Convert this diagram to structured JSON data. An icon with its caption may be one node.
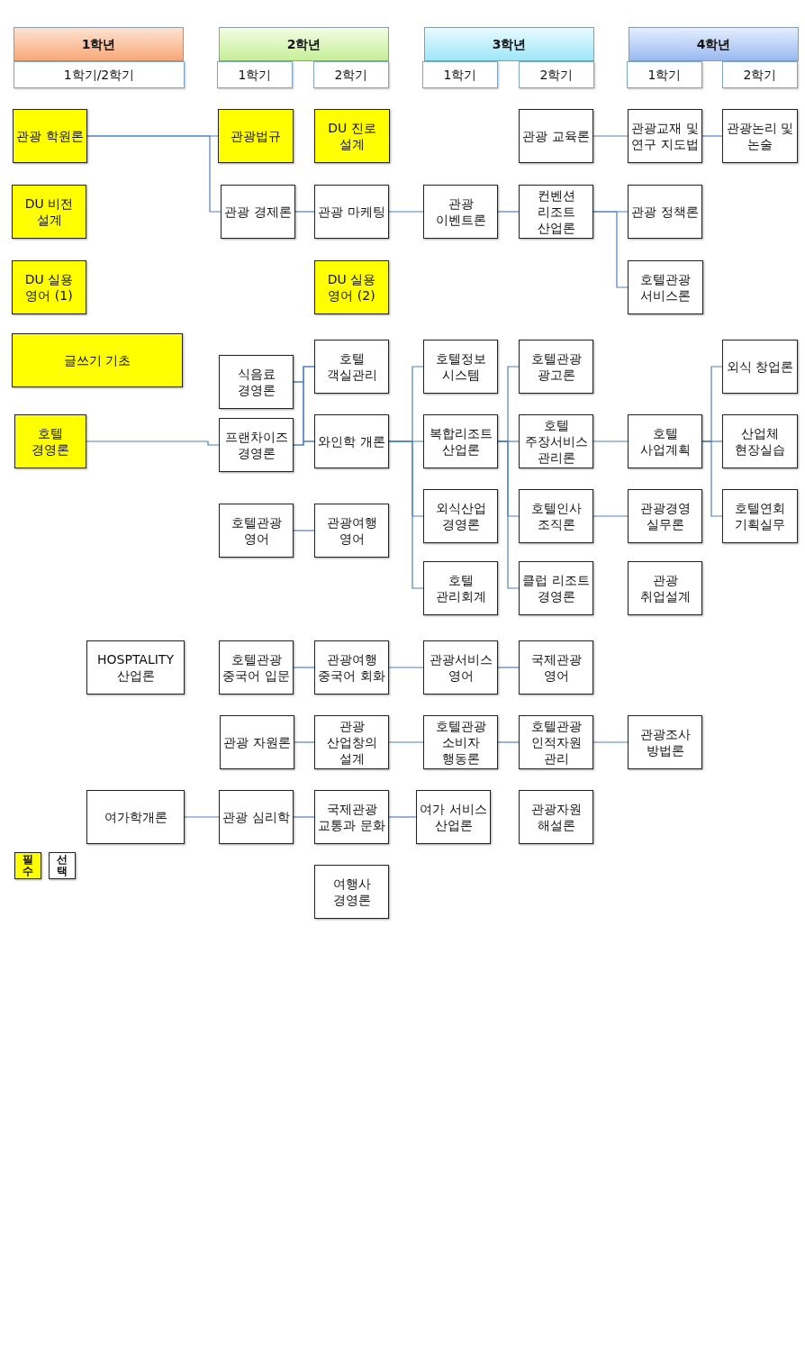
{
  "diagram": {
    "nodes": [
      {
        "text": [
          "1학년"
        ]
      },
      {
        "text": [
          "1학기/2학기"
        ]
      },
      {
        "text": [
          "2학년"
        ]
      },
      {
        "text": [
          "1학기"
        ]
      },
      {
        "text": [
          "2학기"
        ]
      },
      {
        "text": [
          "3학년"
        ]
      },
      {
        "text": [
          "1학기"
        ]
      },
      {
        "text": [
          "2학기"
        ]
      },
      {
        "text": [
          "4학년"
        ]
      },
      {
        "text": [
          "1학기"
        ]
      },
      {
        "text": [
          "2학기"
        ]
      },
      {
        "text": [
          "관광 학원론"
        ]
      },
      {
        "text": [
          "관광법규"
        ]
      },
      {
        "text": [
          "DU 진로 설계"
        ]
      },
      {
        "text": [
          "관광 교육론"
        ]
      },
      {
        "text": [
          "관광교재 및 연구 지도법"
        ]
      },
      {
        "text": [
          "관광논리 및 논술"
        ]
      },
      {
        "text": [
          "DU 비전 설계"
        ]
      },
      {
        "text": [
          "관광 경제론"
        ]
      },
      {
        "text": [
          "관광 마케팅"
        ]
      },
      {
        "text": [
          "관광 이벤트론"
        ]
      },
      {
        "text": [
          "컨벤션 리조트 산업론"
        ]
      },
      {
        "text": [
          "관광 정책론"
        ]
      },
      {
        "text": [
          "DU 실용 영어 (1)"
        ]
      },
      {
        "text": [
          "DU 실용 영어 (2)"
        ]
      },
      {
        "text": [
          "호텔관광 서비스론"
        ]
      },
      {
        "text": [
          "글쓰기 기초"
        ]
      },
      {
        "text": [
          "식음료 경영론"
        ]
      },
      {
        "text": [
          "호텔 객실관리"
        ]
      },
      {
        "text": [
          "호텔정보 시스템"
        ]
      },
      {
        "text": [
          "호텔관광 광고론"
        ]
      },
      {
        "text": [
          "외식 창업론"
        ]
      },
      {
        "text": [
          "호텔 경영론"
        ]
      },
      {
        "text": [
          "프랜차이즈 경영론"
        ]
      },
      {
        "text": [
          "와인학 개론"
        ]
      },
      {
        "text": [
          "복합리조트산업론"
        ]
      },
      {
        "text": [
          "호텔 주장서비스관리론"
        ]
      },
      {
        "text": [
          "호텔 사업계획"
        ]
      },
      {
        "text": [
          "산업체 현장실습"
        ]
      },
      {
        "text": [
          "호텔관광 영어"
        ]
      },
      {
        "text": [
          "관광여행 영어"
        ]
      },
      {
        "text": [
          "외식산업 경영론"
        ]
      },
      {
        "text": [
          "호텔인사 조직론"
        ]
      },
      {
        "text": [
          "관광경영 실무론"
        ]
      },
      {
        "text": [
          "호텔연회 기획실무"
        ]
      },
      {
        "text": [
          "호텔 관리회계"
        ]
      },
      {
        "text": [
          "클럽 리조트 경영론"
        ]
      },
      {
        "text": [
          "관광 취업설계"
        ]
      },
      {
        "text": [
          "HOSPTALITY 산업론"
        ]
      },
      {
        "text": [
          "호텔관광 중국어 입문"
        ]
      },
      {
        "text": [
          "관광여행 중국어 회화"
        ]
      },
      {
        "text": [
          "관광서비스영어"
        ]
      },
      {
        "text": [
          "국제관광 영어"
        ]
      },
      {
        "text": [
          "관광 자원론"
        ]
      },
      {
        "text": [
          "관광 산업창의 설계"
        ]
      },
      {
        "text": [
          "호텔관광 소비자 행동론"
        ]
      },
      {
        "text": [
          "호텔관광 인적자원 관리"
        ]
      },
      {
        "text": [
          "관광조사 방법론"
        ]
      },
      {
        "text": [
          "여가학개론"
        ]
      },
      {
        "text": [
          "관광 심리학"
        ]
      },
      {
        "text": [
          "국제관광 교통과 문화"
        ]
      },
      {
        "text": [
          "여가 서비스 산업론"
        ]
      },
      {
        "text": [
          "관광자원 해설론"
        ]
      },
      {
        "text": [
          "여행사 경영론"
        ]
      }
    ],
    "edges": [
      {
        "from": 11,
        "to": 12,
        "arrow": "none"
      },
      {
        "from": 11,
        "to": 18,
        "arrow": "none"
      },
      {
        "from": 14,
        "to": 15,
        "arrow": "none"
      },
      {
        "from": 15,
        "to": 16,
        "arrow": "none"
      },
      {
        "from": 18,
        "to": 19,
        "arrow": "none"
      },
      {
        "from": 19,
        "to": 20,
        "arrow": "none"
      },
      {
        "from": 20,
        "to": 21,
        "arrow": "none"
      },
      {
        "from": 21,
        "to": 22,
        "arrow": "none"
      },
      {
        "from": 21,
        "to": 25,
        "arrow": "none"
      },
      {
        "from": 32,
        "to": 33,
        "arrow": "none"
      },
      {
        "from": 27,
        "to": 28,
        "arrow": "none"
      },
      {
        "from": 27,
        "to": 34,
        "arrow": "none"
      },
      {
        "from": 33,
        "to": 28,
        "arrow": "none"
      },
      {
        "from": 33,
        "to": 34,
        "arrow": "none"
      },
      {
        "from": 34,
        "to": 29,
        "arrow": "none"
      },
      {
        "from": 34,
        "to": 35,
        "arrow": "none"
      },
      {
        "from": 34,
        "to": 41,
        "arrow": "none"
      },
      {
        "from": 34,
        "to": 45,
        "arrow": "none"
      },
      {
        "from": 35,
        "to": 30,
        "arrow": "none"
      },
      {
        "from": 35,
        "to": 36,
        "arrow": "none"
      },
      {
        "from": 35,
        "to": 42,
        "arrow": "none"
      },
      {
        "from": 35,
        "to": 46,
        "arrow": "none"
      },
      {
        "from": 36,
        "to": 37,
        "arrow": "none"
      },
      {
        "from": 37,
        "to": 31,
        "arrow": "none"
      },
      {
        "from": 37,
        "to": 38,
        "arrow": "none"
      },
      {
        "from": 37,
        "to": 44,
        "arrow": "none"
      },
      {
        "from": 42,
        "to": 43,
        "arrow": "none"
      },
      {
        "from": 39,
        "to": 40,
        "arrow": "none"
      },
      {
        "from": 49,
        "to": 50,
        "arrow": "none"
      },
      {
        "from": 50,
        "to": 51,
        "arrow": "none"
      },
      {
        "from": 51,
        "to": 52,
        "arrow": "none"
      },
      {
        "from": 53,
        "to": 54,
        "arrow": "none"
      },
      {
        "from": 54,
        "to": 55,
        "arrow": "none"
      },
      {
        "from": 55,
        "to": 56,
        "arrow": "none"
      },
      {
        "from": 56,
        "to": 57,
        "arrow": "none"
      },
      {
        "from": 58,
        "to": 59,
        "arrow": "none"
      },
      {
        "from": 59,
        "to": 60,
        "arrow": "none"
      },
      {
        "from": 60,
        "to": 61,
        "arrow": "none"
      }
    ],
    "legend": [
      {
        "text": "필수",
        "color": "#ffff00"
      },
      {
        "text": "선택",
        "color": "#ffffff"
      }
    ]
  }
}
